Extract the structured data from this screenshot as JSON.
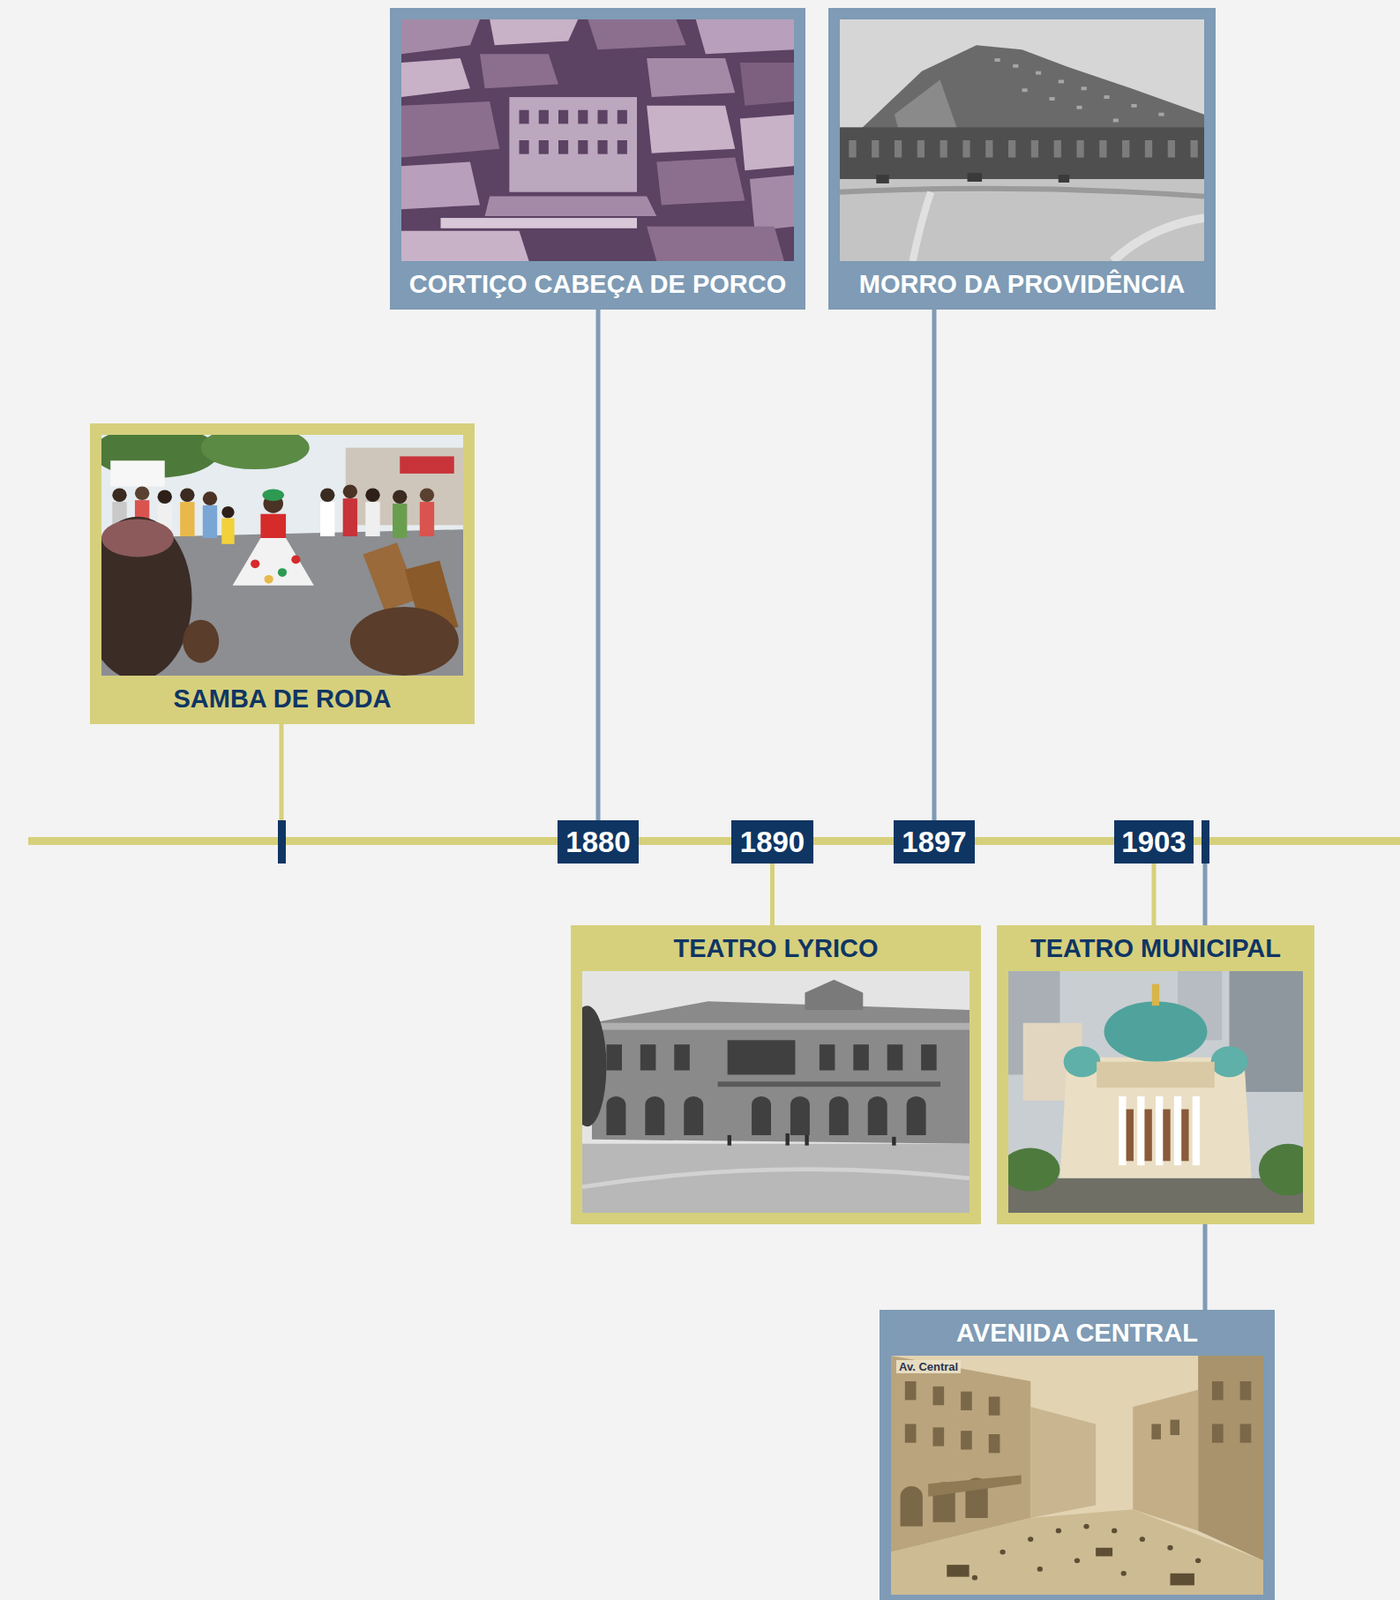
{
  "diagram": {
    "nodes": [
      {
        "text": [
          "SAMBA DE RODA"
        ]
      },
      {
        "text": [
          "CORTIÇO CABEÇA DE PORCO"
        ]
      },
      {
        "text": [
          "MORRO DA PROVIDÊNCIA"
        ]
      },
      {
        "text": [
          "1880"
        ]
      },
      {
        "text": [
          "1890"
        ]
      },
      {
        "text": [
          "1897"
        ]
      },
      {
        "text": [
          "1903"
        ]
      },
      {
        "text": [
          "TEATRO LYRICO"
        ]
      },
      {
        "text": [
          "TEATRO MUNICIPAL"
        ]
      },
      {
        "text": [
          "AVENIDA CENTRAL"
        ]
      }
    ],
    "edges": [
      {
        "from": 3,
        "to": 1,
        "arrow": "none"
      },
      {
        "from": 4,
        "to": 7,
        "arrow": "none"
      },
      {
        "from": 5,
        "to": 2,
        "arrow": "none"
      },
      {
        "from": 6,
        "to": 8,
        "arrow": "none"
      }
    ],
    "labels": [
      "Av. Central"
    ]
  }
}
